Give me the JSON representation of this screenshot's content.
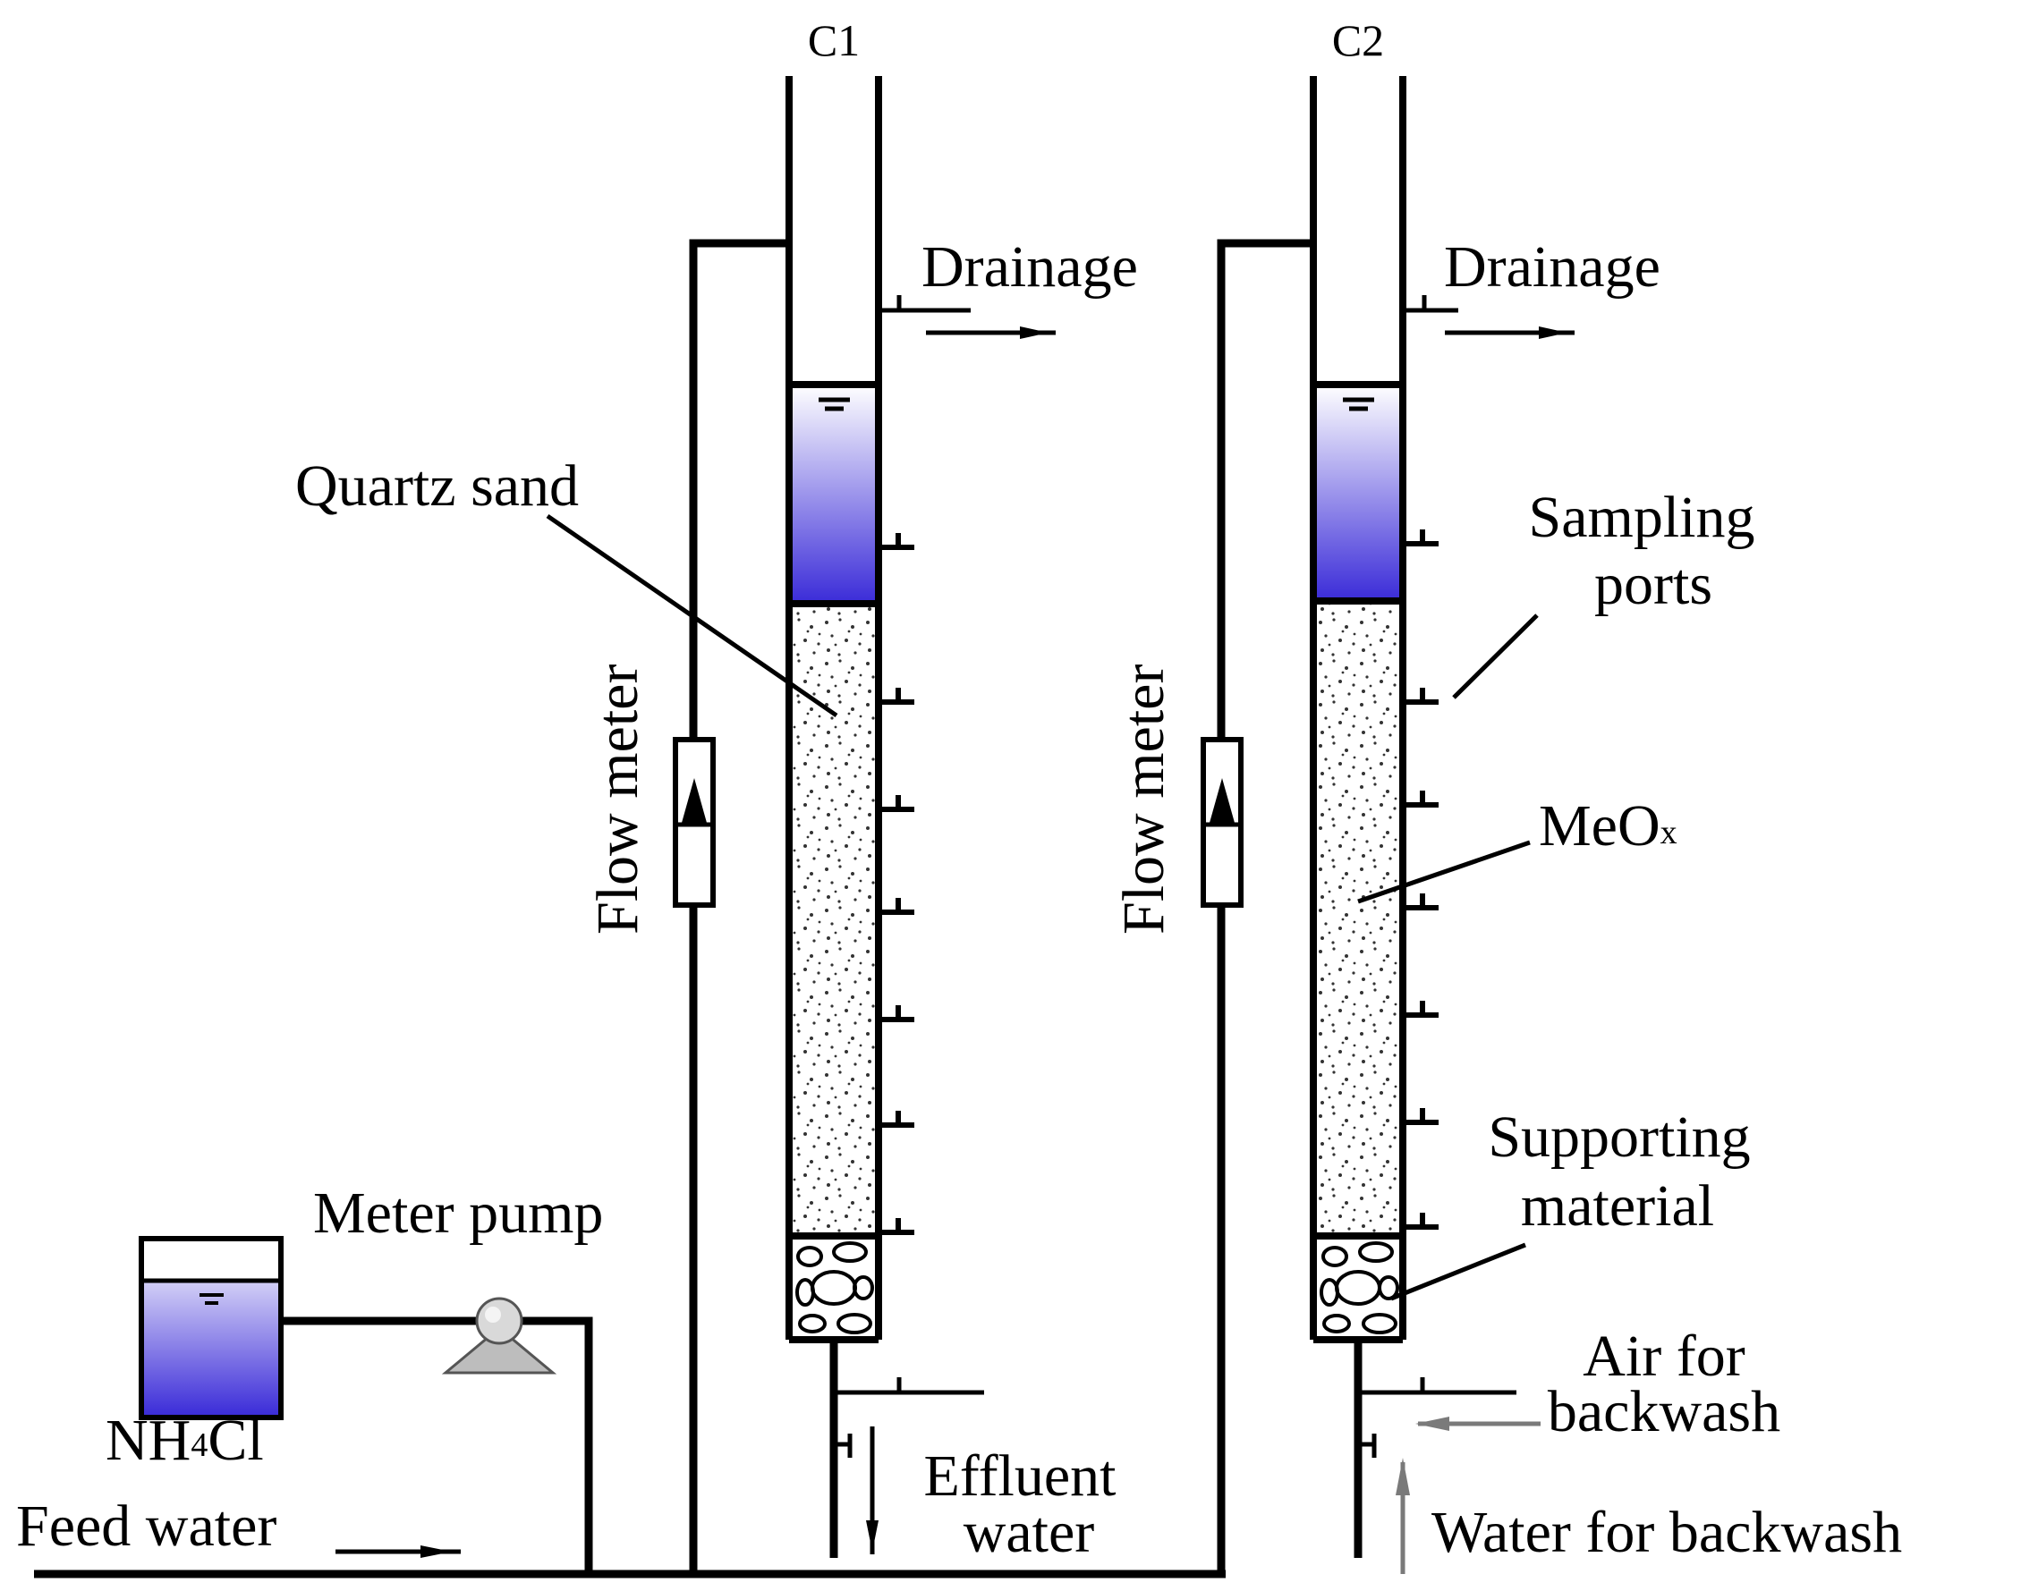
{
  "labels": {
    "c1": "C1",
    "c2": "C2",
    "drainage_c1": "Drainage",
    "drainage_c2": "Drainage",
    "quartz_sand": "Quartz sand",
    "sampling_line1": "Sampling",
    "sampling_line2": "ports",
    "meox_main": "MeO",
    "meox_sub": "x",
    "flow_meter_c1": "Flow meter",
    "flow_meter_c2": "Flow meter",
    "meter_pump": "Meter pump",
    "nh4cl_a": "NH",
    "nh4cl_sub": "4",
    "nh4cl_b": "Cl",
    "supporting_line1": "Supporting",
    "supporting_line2": "material",
    "air_line1": "Air for",
    "air_line2": "backwash",
    "effluent_line1": "Effluent",
    "effluent_line2": "water",
    "water_backwash": "Water for backwash",
    "feed_water": "Feed water"
  },
  "colors": {
    "line": "#000000",
    "water_top": "#ffffff",
    "water_bottom": "#3a2bd8",
    "arrow_gray": "#7a7a7a",
    "sand_dot": "#333333"
  }
}
